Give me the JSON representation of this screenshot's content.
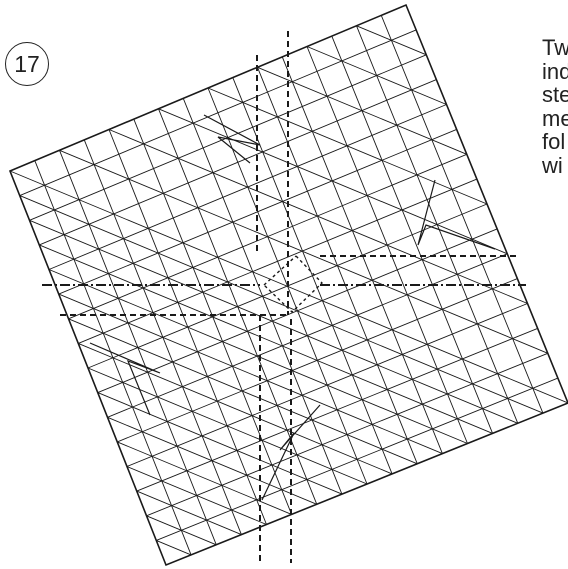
{
  "step": {
    "number": "17"
  },
  "caption": {
    "lines": [
      "Tw",
      "ind",
      "ste",
      "me",
      "fol",
      "wi"
    ]
  },
  "diagram": {
    "grid_divisions": 16,
    "colors": {
      "line": "#1a1a1a",
      "paper": "#ffffff"
    }
  }
}
